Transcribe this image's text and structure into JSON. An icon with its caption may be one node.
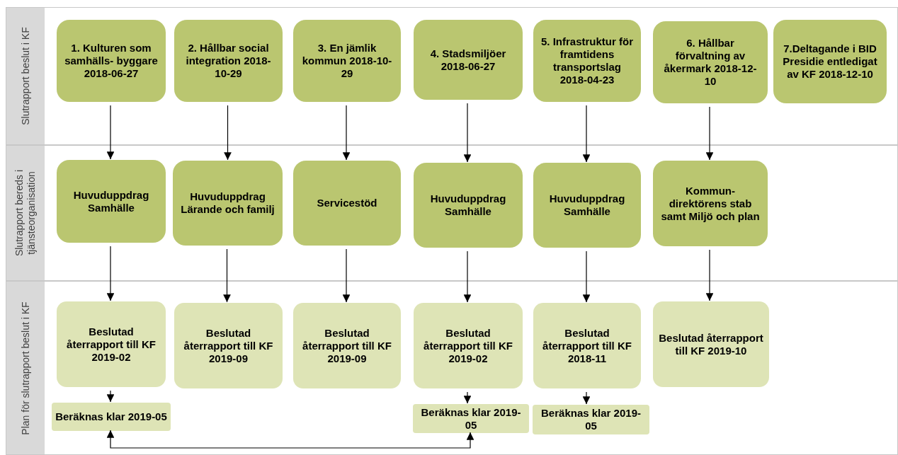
{
  "diagram": {
    "nodes": [
      {
        "text": [
          "Slutrapport beslut i KF"
        ]
      },
      {
        "text": [
          "1. Kulturen som samhälls- byggare 2018-06-27"
        ],
        "in": 0
      },
      {
        "text": [
          "2. Hållbar social integration 2018-10-29"
        ],
        "in": 0
      },
      {
        "text": [
          "3. En jämlik kommun 2018-10-29"
        ],
        "in": 0
      },
      {
        "text": [
          "4. Stadsmiljöer 2018-06-27"
        ],
        "in": 0
      },
      {
        "text": [
          "5. Infrastruktur för framtidens transportslag 2018-04-23"
        ],
        "in": 0
      },
      {
        "text": [
          "6. Hållbar förvaltning av åkermark 2018-12-10"
        ],
        "in": 0
      },
      {
        "text": [
          "7.Deltagande i BID Presidie entledigat av KF 2018-12-10"
        ],
        "in": 0
      },
      {
        "text": [
          "Slutrapport bereds i tjänsteorganisation"
        ]
      },
      {
        "text": [
          "Huvuduppdrag Samhälle"
        ],
        "in": 8
      },
      {
        "text": [
          "Huvuduppdrag Lärande och familj"
        ],
        "in": 8
      },
      {
        "text": [
          "Servicestöd"
        ],
        "in": 8
      },
      {
        "text": [
          "Huvuduppdrag Samhälle"
        ],
        "in": 8
      },
      {
        "text": [
          "Huvuduppdrag Samhälle"
        ],
        "in": 8
      },
      {
        "text": [
          "Kommun- direktörens stab samt Miljö och plan"
        ],
        "in": 8
      },
      {
        "text": [
          "Plan för slutrapport beslut i KF"
        ]
      },
      {
        "text": [
          "Beslutad återrapport till KF 2019-02"
        ],
        "in": 15
      },
      {
        "text": [
          "Beslutad återrapport till KF 2019-09"
        ],
        "in": 15
      },
      {
        "text": [
          "Beslutad återrapport till KF 2019-09"
        ],
        "in": 15
      },
      {
        "text": [
          "Beslutad återrapport till KF 2019-02"
        ],
        "in": 15
      },
      {
        "text": [
          "Beslutad återrapport till KF 2018-11"
        ],
        "in": 15
      },
      {
        "text": [
          "Beslutad återrapport till KF 2019-10"
        ],
        "in": 15
      },
      {
        "text": [
          "Beräknas klar 2019-05"
        ],
        "in": 15
      },
      {
        "text": [
          "Beräknas klar 2019-05"
        ],
        "in": 15
      },
      {
        "text": [
          "Beräknas klar 2019-05"
        ],
        "in": 15
      }
    ],
    "edges": [
      {
        "from": 1,
        "to": 9,
        "arrow": "to"
      },
      {
        "from": 2,
        "to": 10,
        "arrow": "to"
      },
      {
        "from": 3,
        "to": 11,
        "arrow": "to"
      },
      {
        "from": 4,
        "to": 12,
        "arrow": "to"
      },
      {
        "from": 5,
        "to": 13,
        "arrow": "to"
      },
      {
        "from": 6,
        "to": 14,
        "arrow": "to"
      },
      {
        "from": 9,
        "to": 16,
        "arrow": "to"
      },
      {
        "from": 10,
        "to": 17,
        "arrow": "to"
      },
      {
        "from": 11,
        "to": 18,
        "arrow": "to"
      },
      {
        "from": 12,
        "to": 19,
        "arrow": "to"
      },
      {
        "from": 13,
        "to": 20,
        "arrow": "to"
      },
      {
        "from": 14,
        "to": 21,
        "arrow": "to"
      },
      {
        "from": 16,
        "to": 22,
        "arrow": "to"
      },
      {
        "from": 19,
        "to": 23,
        "arrow": "to"
      },
      {
        "from": 20,
        "to": 24,
        "arrow": "to"
      },
      {
        "from": 22,
        "to": 23,
        "arrow": "both"
      }
    ]
  }
}
